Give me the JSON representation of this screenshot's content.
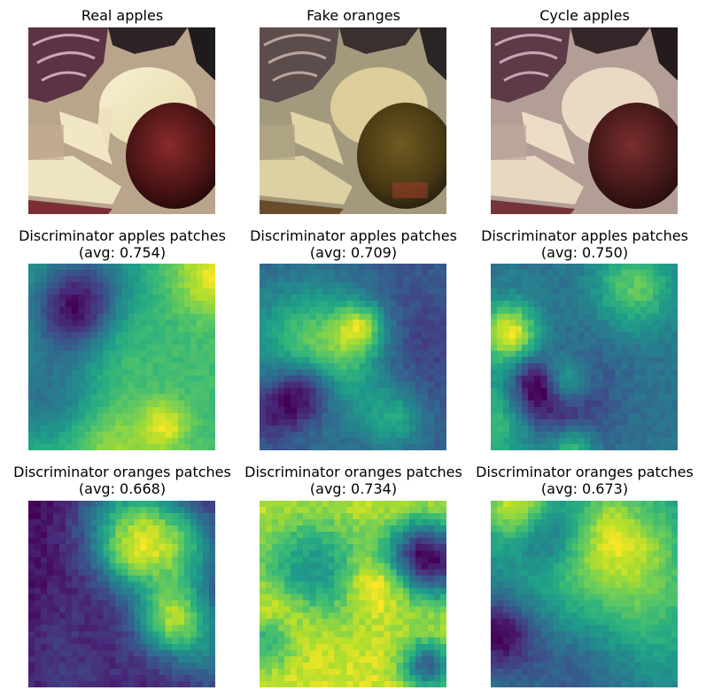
{
  "figure": {
    "rows": [
      {
        "kind": "image",
        "panels": [
          {
            "title": "Real apples",
            "variant": "real"
          },
          {
            "title": "Fake oranges",
            "variant": "fake"
          },
          {
            "title": "Cycle apples",
            "variant": "cycle"
          }
        ]
      },
      {
        "kind": "heatmap",
        "colormap": "viridis",
        "panels": [
          {
            "title": "Discriminator apples patches",
            "avg_label": "(avg: 0.754)",
            "avg": 0.754
          },
          {
            "title": "Discriminator apples patches",
            "avg_label": "(avg: 0.709)",
            "avg": 0.709
          },
          {
            "title": "Discriminator apples patches",
            "avg_label": "(avg: 0.750)",
            "avg": 0.75
          }
        ]
      },
      {
        "kind": "heatmap",
        "colormap": "viridis",
        "panels": [
          {
            "title": "Discriminator oranges patches",
            "avg_label": "(avg: 0.668)",
            "avg": 0.668
          },
          {
            "title": "Discriminator oranges patches",
            "avg_label": "(avg: 0.734)",
            "avg": 0.734
          },
          {
            "title": "Discriminator oranges patches",
            "avg_label": "(avg: 0.673)",
            "avg": 0.673
          }
        ]
      }
    ]
  }
}
